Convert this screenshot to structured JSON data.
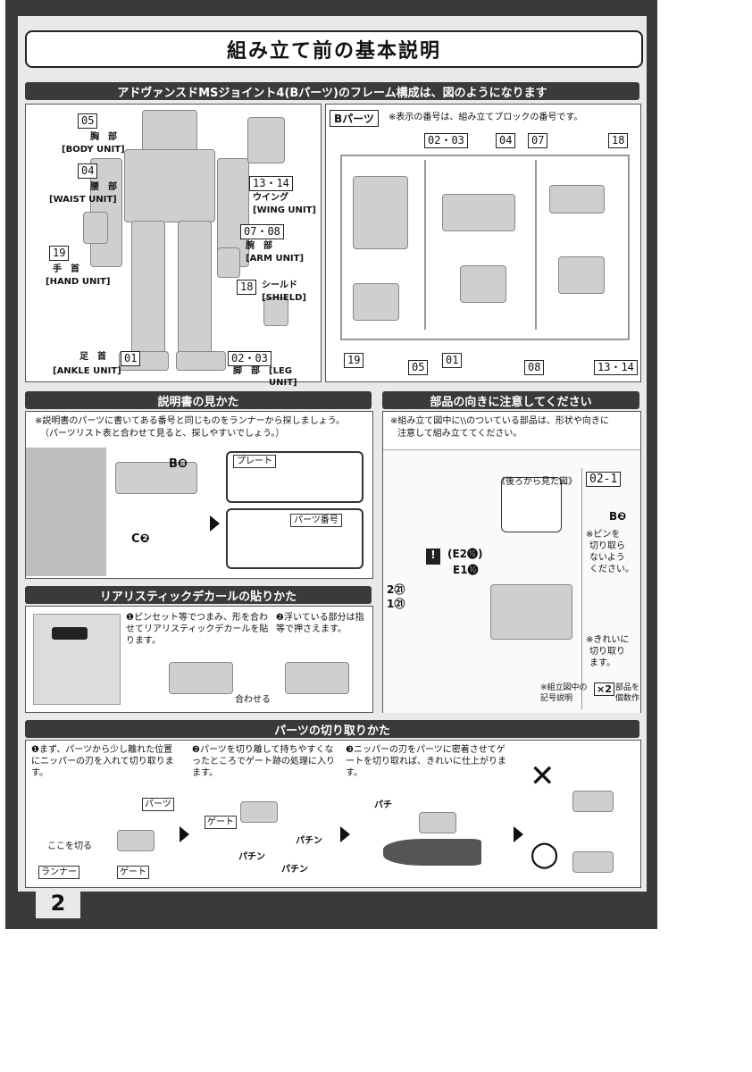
{
  "page": {
    "title": "組み立て前の基本説明",
    "page_number": "2"
  },
  "frame": {
    "header": "アドヴァンスドMSジョイント4(Bパーツ)のフレーム構成は、図のようになります",
    "parts": [
      {
        "num": "05",
        "jp": "胸　部",
        "en": "[BODY UNIT]"
      },
      {
        "num": "04",
        "jp": "腰　部",
        "en": "[WAIST UNIT]"
      },
      {
        "num": "19",
        "jp": "手　首",
        "en": "[HAND UNIT]"
      },
      {
        "num": "01",
        "jp": "足　首",
        "en": "[ANKLE UNIT]"
      },
      {
        "num": "13・14",
        "jp": "ウイング",
        "en": "[WING UNIT]"
      },
      {
        "num": "07・08",
        "jp": "腕　部",
        "en": "[ARM UNIT]"
      },
      {
        "num": "18",
        "jp": "シールド",
        "en": "[SHIELD]"
      },
      {
        "num": "02・03",
        "jp": "脚　部",
        "en": "[LEG UNIT]"
      }
    ],
    "b_parts": {
      "label": "Bパーツ",
      "note": "※表示の番号は、組み立てブロックの番号です。",
      "top_nums": [
        "02・03",
        "04",
        "07",
        "18"
      ],
      "bottom_nums": [
        "19",
        "05",
        "01",
        "08",
        "13・14"
      ]
    }
  },
  "manual": {
    "header": "説明書の見かた",
    "note1": "※説明書のパーツに書いてある番号と同じものをランナーから探しましょう。",
    "note2": "（パーツリスト表と合わせて見ると、探しやすいでしょう。）",
    "runner_b": "B❽",
    "runner_c": "C❷",
    "plate": "プレート",
    "part_no": "パーツ番号"
  },
  "orientation": {
    "header": "部品の向きに注意してください",
    "note1": "※組み立て図中に\\\\のついている部品は、形状や向きに",
    "note2": "注意して組み立ててください。",
    "back_view": "《後ろから見た図》",
    "e2": "(E2⓰)",
    "e1": "E1⓰",
    "step": "02-1",
    "left1": "2㉑",
    "left2": "1㉑",
    "side_b": "B❷",
    "side_text1": "※ピンを",
    "side_text2": "切り取ら",
    "side_text3": "ないよう",
    "side_text4": "ください。",
    "side_text5": "※きれいに",
    "side_text6": "切り取り",
    "side_text7": "ます。",
    "footer1": "※組立図中の",
    "footer2": "記号説明",
    "footer_x2": "×2",
    "footer_r1": "部品を",
    "footer_r2": "個数作"
  },
  "decal": {
    "header": "リアリスティックデカールの貼りかた",
    "step1": "❶ピンセット等でつまみ、形を合わせてリアリスティックデカールを貼ります。",
    "step2": "❷浮いている部分は指等で押さえます。",
    "align": "合わせる"
  },
  "cutting": {
    "header": "パーツの切り取りかた",
    "step1": "❶まず、パーツから少し離れた位置にニッパーの刃を入れて切り取ります。",
    "step2": "❷パーツを切り離して持ちやすくなったところでゲート跡の処理に入ります。",
    "step3": "❸ニッパーの刃をパーツに密着させてゲートを切り取れば、きれいに仕上がります。",
    "label_part": "パーツ",
    "label_cut_here": "ここを切る",
    "label_runner": "ランナー",
    "label_gate": "ゲート",
    "label_gate2": "ゲート",
    "sfx1": "パチン",
    "sfx2": "パチン",
    "sfx3": "パチン",
    "sfx4": "パチ",
    "ng": "✕",
    "ok": "○"
  }
}
